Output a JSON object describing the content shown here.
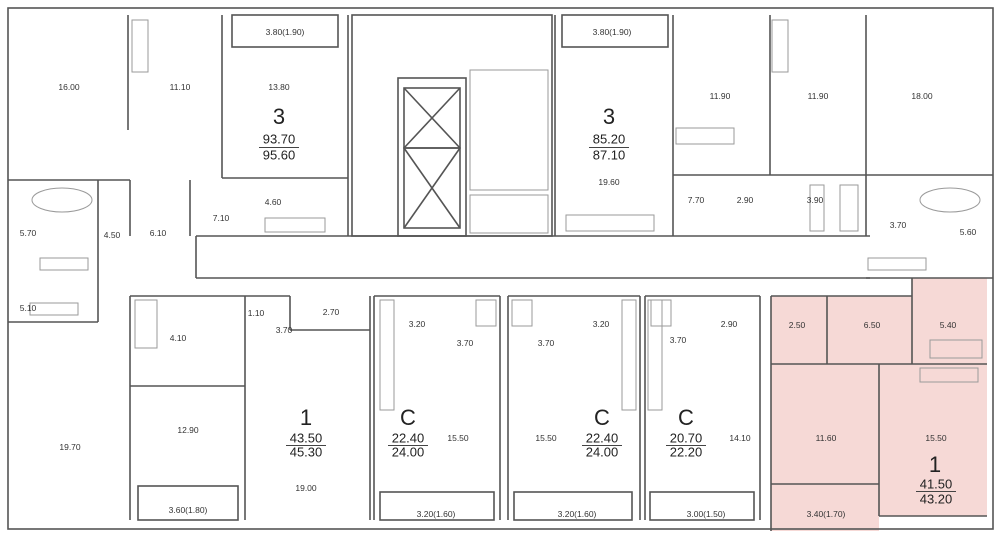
{
  "colors": {
    "highlight": "#f6d9d6",
    "wall": "#555555",
    "line": "#9a9a9a"
  },
  "apartments": [
    {
      "type": "3",
      "area_a": "93.70",
      "area_b": "95.60"
    },
    {
      "type": "3",
      "area_a": "85.20",
      "area_b": "87.10"
    },
    {
      "type": "1",
      "area_a": "43.50",
      "area_b": "45.30"
    },
    {
      "type": "С",
      "area_a": "22.40",
      "area_b": "24.00"
    },
    {
      "type": "С",
      "area_a": "22.40",
      "area_b": "24.00"
    },
    {
      "type": "С",
      "area_a": "20.70",
      "area_b": "22.20"
    },
    {
      "type": "1",
      "area_a": "41.50",
      "area_b": "43.20"
    }
  ],
  "rooms": [
    "3.80(1.90)",
    "13.80",
    "16.00",
    "11.10",
    "4.60",
    "7.10",
    "5.70",
    "4.50",
    "6.10",
    "5.10",
    "19.70",
    "12.90",
    "3.60(1.80)",
    "4.10",
    "1.10",
    "3.70",
    "2.70",
    "19.00",
    "3.80(1.90)",
    "19.60",
    "11.90",
    "11.90",
    "18.00",
    "7.70",
    "2.90",
    "3.90",
    "3.70",
    "5.60",
    "3.20",
    "3.70",
    "15.50",
    "3.20(1.60)",
    "3.70",
    "3.20",
    "15.50",
    "3.20(1.60)",
    "3.70",
    "2.90",
    "14.10",
    "3.00(1.50)",
    "2.50",
    "6.50",
    "5.40",
    "11.60",
    "15.50",
    "3.40(1.70)"
  ]
}
